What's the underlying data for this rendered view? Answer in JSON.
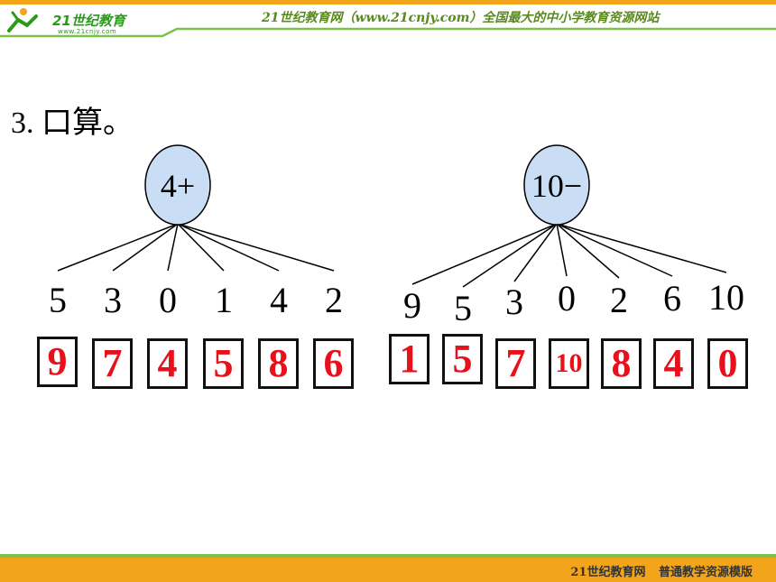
{
  "header": {
    "logo_text": "21世纪教育",
    "logo_sub": "www.21cnjy.com",
    "slogan": "21世纪教育网（www.21cnjy.com）全国最大的中小学教育资源网站"
  },
  "footer": {
    "text": "21世纪教育网 普通教学资源模版"
  },
  "exercise": {
    "title": "3. 口算。",
    "groups": [
      {
        "operator_label": "4+",
        "numbers": [
          "5",
          "3",
          "0",
          "1",
          "4",
          "2"
        ],
        "answers": [
          "9",
          "7",
          "4",
          "5",
          "8",
          "6"
        ]
      },
      {
        "operator_label": "10−",
        "numbers": [
          "9",
          "5",
          "3",
          "0",
          "2",
          "6",
          "10"
        ],
        "answers": [
          "1",
          "5",
          "7",
          "10",
          "8",
          "4",
          "0"
        ]
      }
    ]
  },
  "colors": {
    "header_band": "#f2a51a",
    "header_line": "#7cc24a",
    "bubble_fill": "#c9def5",
    "answer_color": "#e8101a"
  }
}
